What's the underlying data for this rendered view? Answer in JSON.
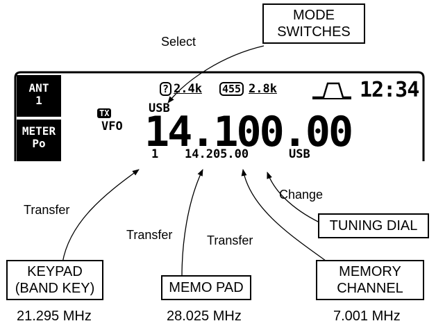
{
  "callouts": {
    "mode_switches": [
      "MODE",
      "SWITCHES"
    ],
    "tuning_dial": "TUNING DIAL",
    "keypad": [
      "KEYPAD",
      "(BAND KEY)"
    ],
    "memo_pad": "MEMO PAD",
    "memory_channel": [
      "MEMORY",
      "CHANNEL"
    ]
  },
  "arrow_labels": {
    "select": "Select",
    "change": "Change",
    "transfer_keypad": "Transfer",
    "transfer_memo": "Transfer",
    "transfer_memory": "Transfer"
  },
  "frequencies": {
    "keypad": "21.295 MHz",
    "memo_pad": "28.025 MHz",
    "memory_channel": "7.001 MHz"
  },
  "display": {
    "ant_label": "ANT",
    "ant_value": "1",
    "meter_label": "METER",
    "meter_value": "Po",
    "tx_badge": "TX",
    "vfo": "VFO",
    "mode": "USB",
    "filter1_icon": "?",
    "filter1_value": "2.4k",
    "filter2_box": "455",
    "filter2_value": "2.8k",
    "clock": "12:34",
    "main_freq": "14.100.00",
    "memo_channel": "1",
    "memo_freq": "14.205.00",
    "memo_mode": "USB"
  }
}
